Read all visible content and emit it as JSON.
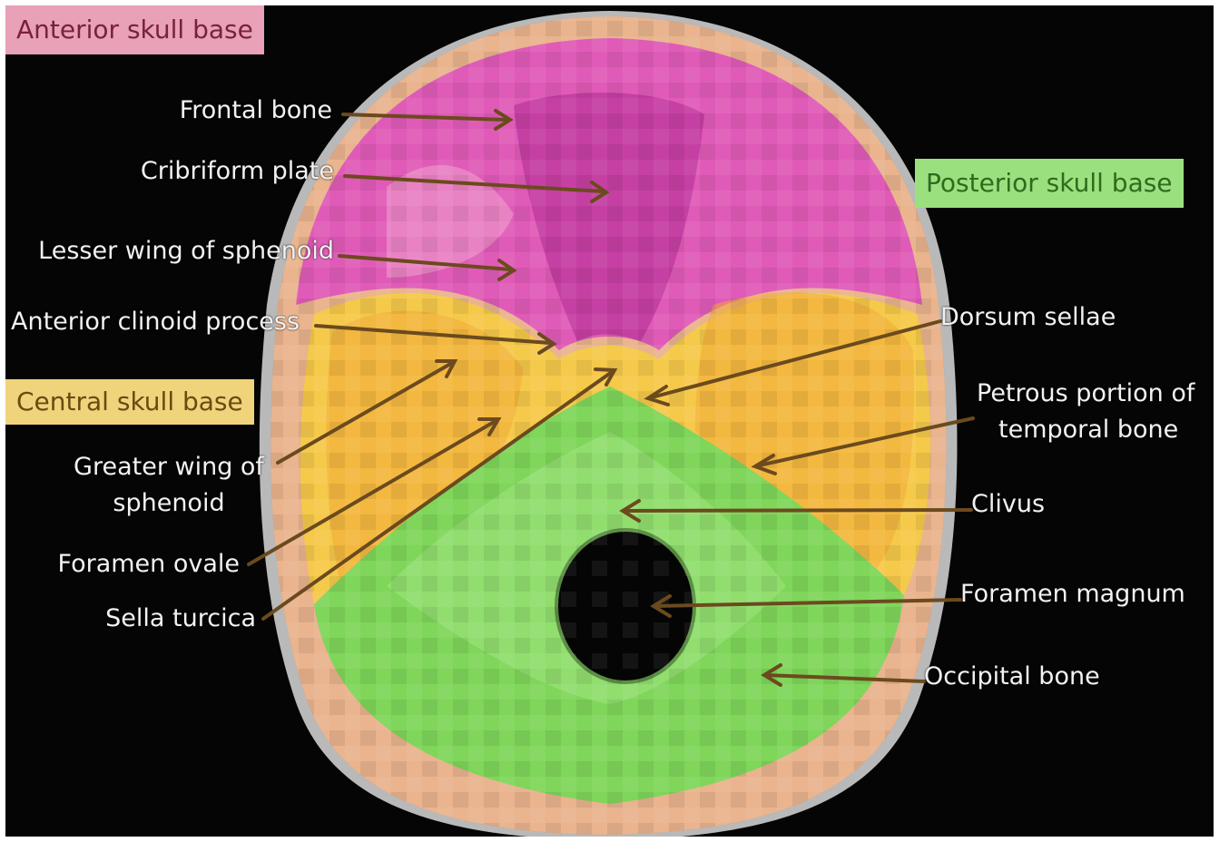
{
  "regions": {
    "anterior": "Anterior skull base",
    "central": "Central skull base",
    "posterior": "Posterior skull base"
  },
  "labels": {
    "frontal_bone": "Frontal bone",
    "cribriform_plate": "Cribriform plate",
    "lesser_wing": "Lesser wing of sphenoid",
    "anterior_clinoid": "Anterior clinoid process",
    "greater_wing_line1": "Greater wing of",
    "greater_wing_line2": "sphenoid",
    "foramen_ovale": "Foramen ovale",
    "sella_turcica": "Sella turcica",
    "dorsum_sellae": "Dorsum sellae",
    "petrous_line1": "Petrous portion of",
    "petrous_line2": "temporal bone",
    "clivus": "Clivus",
    "foramen_magnum": "Foramen magnum",
    "occipital_bone": "Occipital bone"
  },
  "colors": {
    "anterior": "#e05bb8",
    "central": "#f5c94a",
    "posterior": "#7fd65a",
    "bone_rim": "#c9c9c9",
    "background": "#050505"
  }
}
